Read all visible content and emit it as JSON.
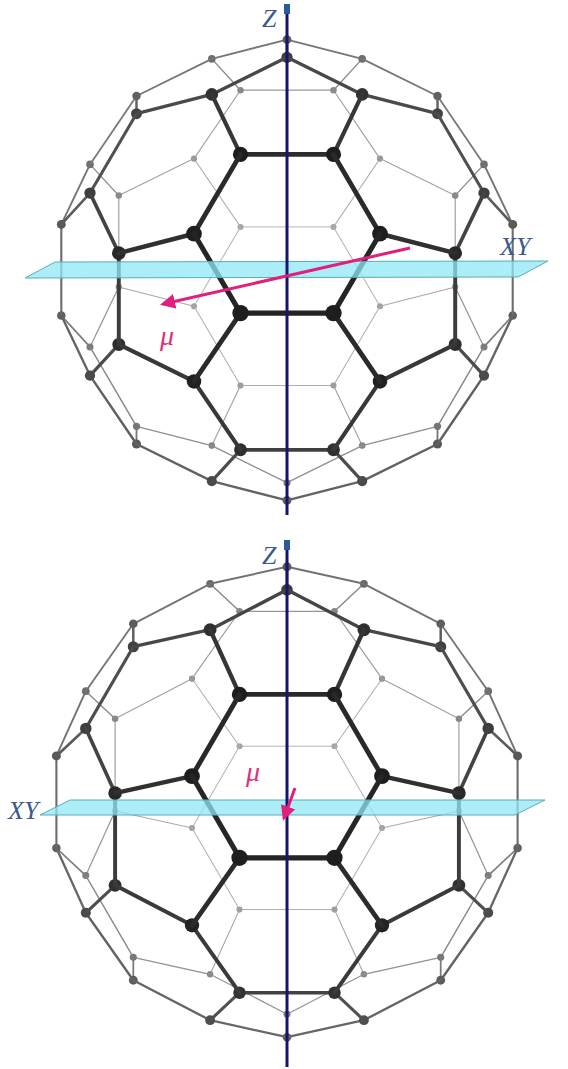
{
  "diagram": {
    "labels": [
      "Z",
      "XY",
      "μ⃗",
      "Z",
      "XY",
      "μ⃗"
    ]
  }
}
